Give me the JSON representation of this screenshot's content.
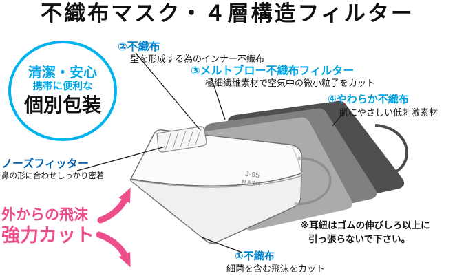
{
  "title": "不織布マスク・４層構造フィルター",
  "badge": {
    "line1": "清潔・安心",
    "line2": "携帯に便利な",
    "line3": "個別包装"
  },
  "callouts": {
    "layer2": {
      "title": "②不織布",
      "desc": "型を形成する為のインナー不織布"
    },
    "layer3": {
      "title": "③メルトブロー不織布フィルター",
      "desc": "極細繊維素材で空気中の微小粒子をカット"
    },
    "layer4": {
      "title": "④やわらか不織布",
      "desc": "肌にやさしい低刺激素材"
    },
    "nose_fitter": {
      "title": "ノーズフィッター",
      "desc": "鼻の形に合わせしっかり密着"
    },
    "layer1": {
      "title": "①不織布",
      "desc": "細菌を含む飛沫をカット"
    }
  },
  "droplet_note": {
    "line1": "外からの飛沫",
    "line2": "強力カット"
  },
  "caution": {
    "line1": "※耳紐はゴムの伸びしろ以上に",
    "line2": "引っ張らないで下さい。"
  },
  "mask_print": {
    "line1": "J-95",
    "line2": "MASK"
  },
  "colors": {
    "accent_cyan": "#00a3e0",
    "label_blue": "#0084cf",
    "deep_blue": "#0060ae",
    "pink": "#ee4d8b",
    "text": "#111111",
    "sheet_dark": "#4f4f4f",
    "sheet_mid": "#808080",
    "sheet_light": "#ababab"
  }
}
